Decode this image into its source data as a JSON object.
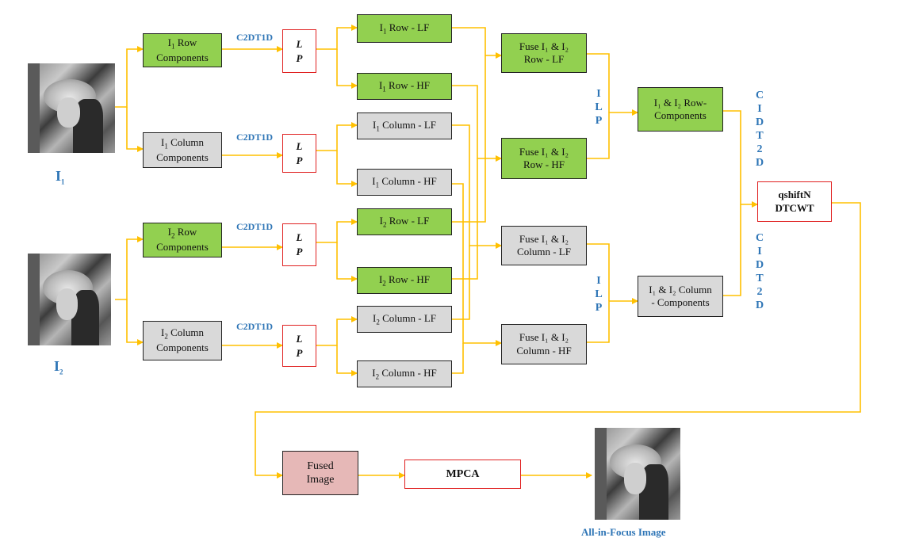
{
  "inputs": {
    "i1": {
      "label": "I",
      "sub": "1"
    },
    "i2": {
      "label": "I",
      "sub": "2"
    }
  },
  "transform_label": "C2DT1D",
  "lp_label": "L\nP",
  "components": {
    "i1_row": "Row\nComponents",
    "i1_col": "Column\nComponents",
    "i2_row": "Row\nComponents",
    "i2_col": "Column\nComponents"
  },
  "bands": {
    "i1_row_lf": "Row - LF",
    "i1_row_hf": "Row - HF",
    "i1_col_lf": "Column - LF",
    "i1_col_hf": "Column - HF",
    "i2_row_lf": "Row - LF",
    "i2_row_hf": "Row - HF",
    "i2_col_lf": "Column - LF",
    "i2_col_hf": "Column - HF"
  },
  "fuse": {
    "row_lf": "Fuse I₁ & I₂\nRow - LF",
    "row_hf": "Fuse I₁ & I₂\nRow - HF",
    "col_lf": "Fuse I₁ & I₂\nColumn - LF",
    "col_hf": "Fuse I₁ & I₂\nColumn - HF"
  },
  "ilp_label": "I\nL\nP",
  "combined": {
    "row": "I₁ & I₂ Row-\nComponents",
    "col": "I₁ & I₂ Column\n- Components"
  },
  "inverse_label": "C\nI\nD\nT\n2\nD",
  "qshift": "qshiftN\nDTCWT",
  "fused_image": "Fused\nImage",
  "mpca": "MPCA",
  "output_label": "All-in-Focus Image",
  "colors": {
    "arrow": "#ffc000",
    "blue_text": "#2e75b6",
    "green": "#92d050",
    "grey": "#d9d9d9",
    "pink": "#e6b8b7",
    "red_border": "#e02020"
  }
}
